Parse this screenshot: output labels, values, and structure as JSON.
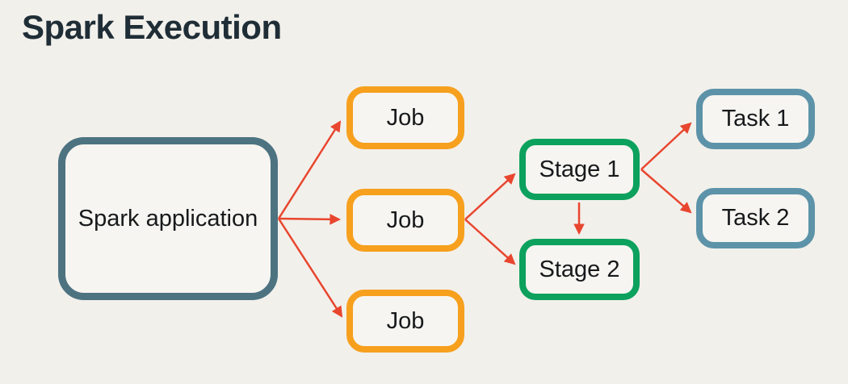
{
  "title": "Spark Execution",
  "colors": {
    "background": "#f2f0eb",
    "title-text": "#1f2d36",
    "node-text": "#17191b",
    "node-fill": "#f6f5f1",
    "spark-border": "#4d7381",
    "job-border": "#f6a01e",
    "stage-border": "#0ca15d",
    "task-border": "#5d93a9",
    "arrow": "#e8462f"
  },
  "nodes": {
    "spark": {
      "label": "Spark application"
    },
    "job1": {
      "label": "Job"
    },
    "job2": {
      "label": "Job"
    },
    "job3": {
      "label": "Job"
    },
    "stage1": {
      "label": "Stage 1"
    },
    "stage2": {
      "label": "Stage 2"
    },
    "task1": {
      "label": "Task 1"
    },
    "task2": {
      "label": "Task 2"
    }
  },
  "edges": [
    {
      "from": "spark",
      "to": "job1"
    },
    {
      "from": "spark",
      "to": "job2"
    },
    {
      "from": "spark",
      "to": "job3"
    },
    {
      "from": "job2",
      "to": "stage1"
    },
    {
      "from": "job2",
      "to": "stage2"
    },
    {
      "from": "stage1",
      "to": "stage2"
    },
    {
      "from": "stage1",
      "to": "task1"
    },
    {
      "from": "stage1",
      "to": "task2"
    }
  ]
}
